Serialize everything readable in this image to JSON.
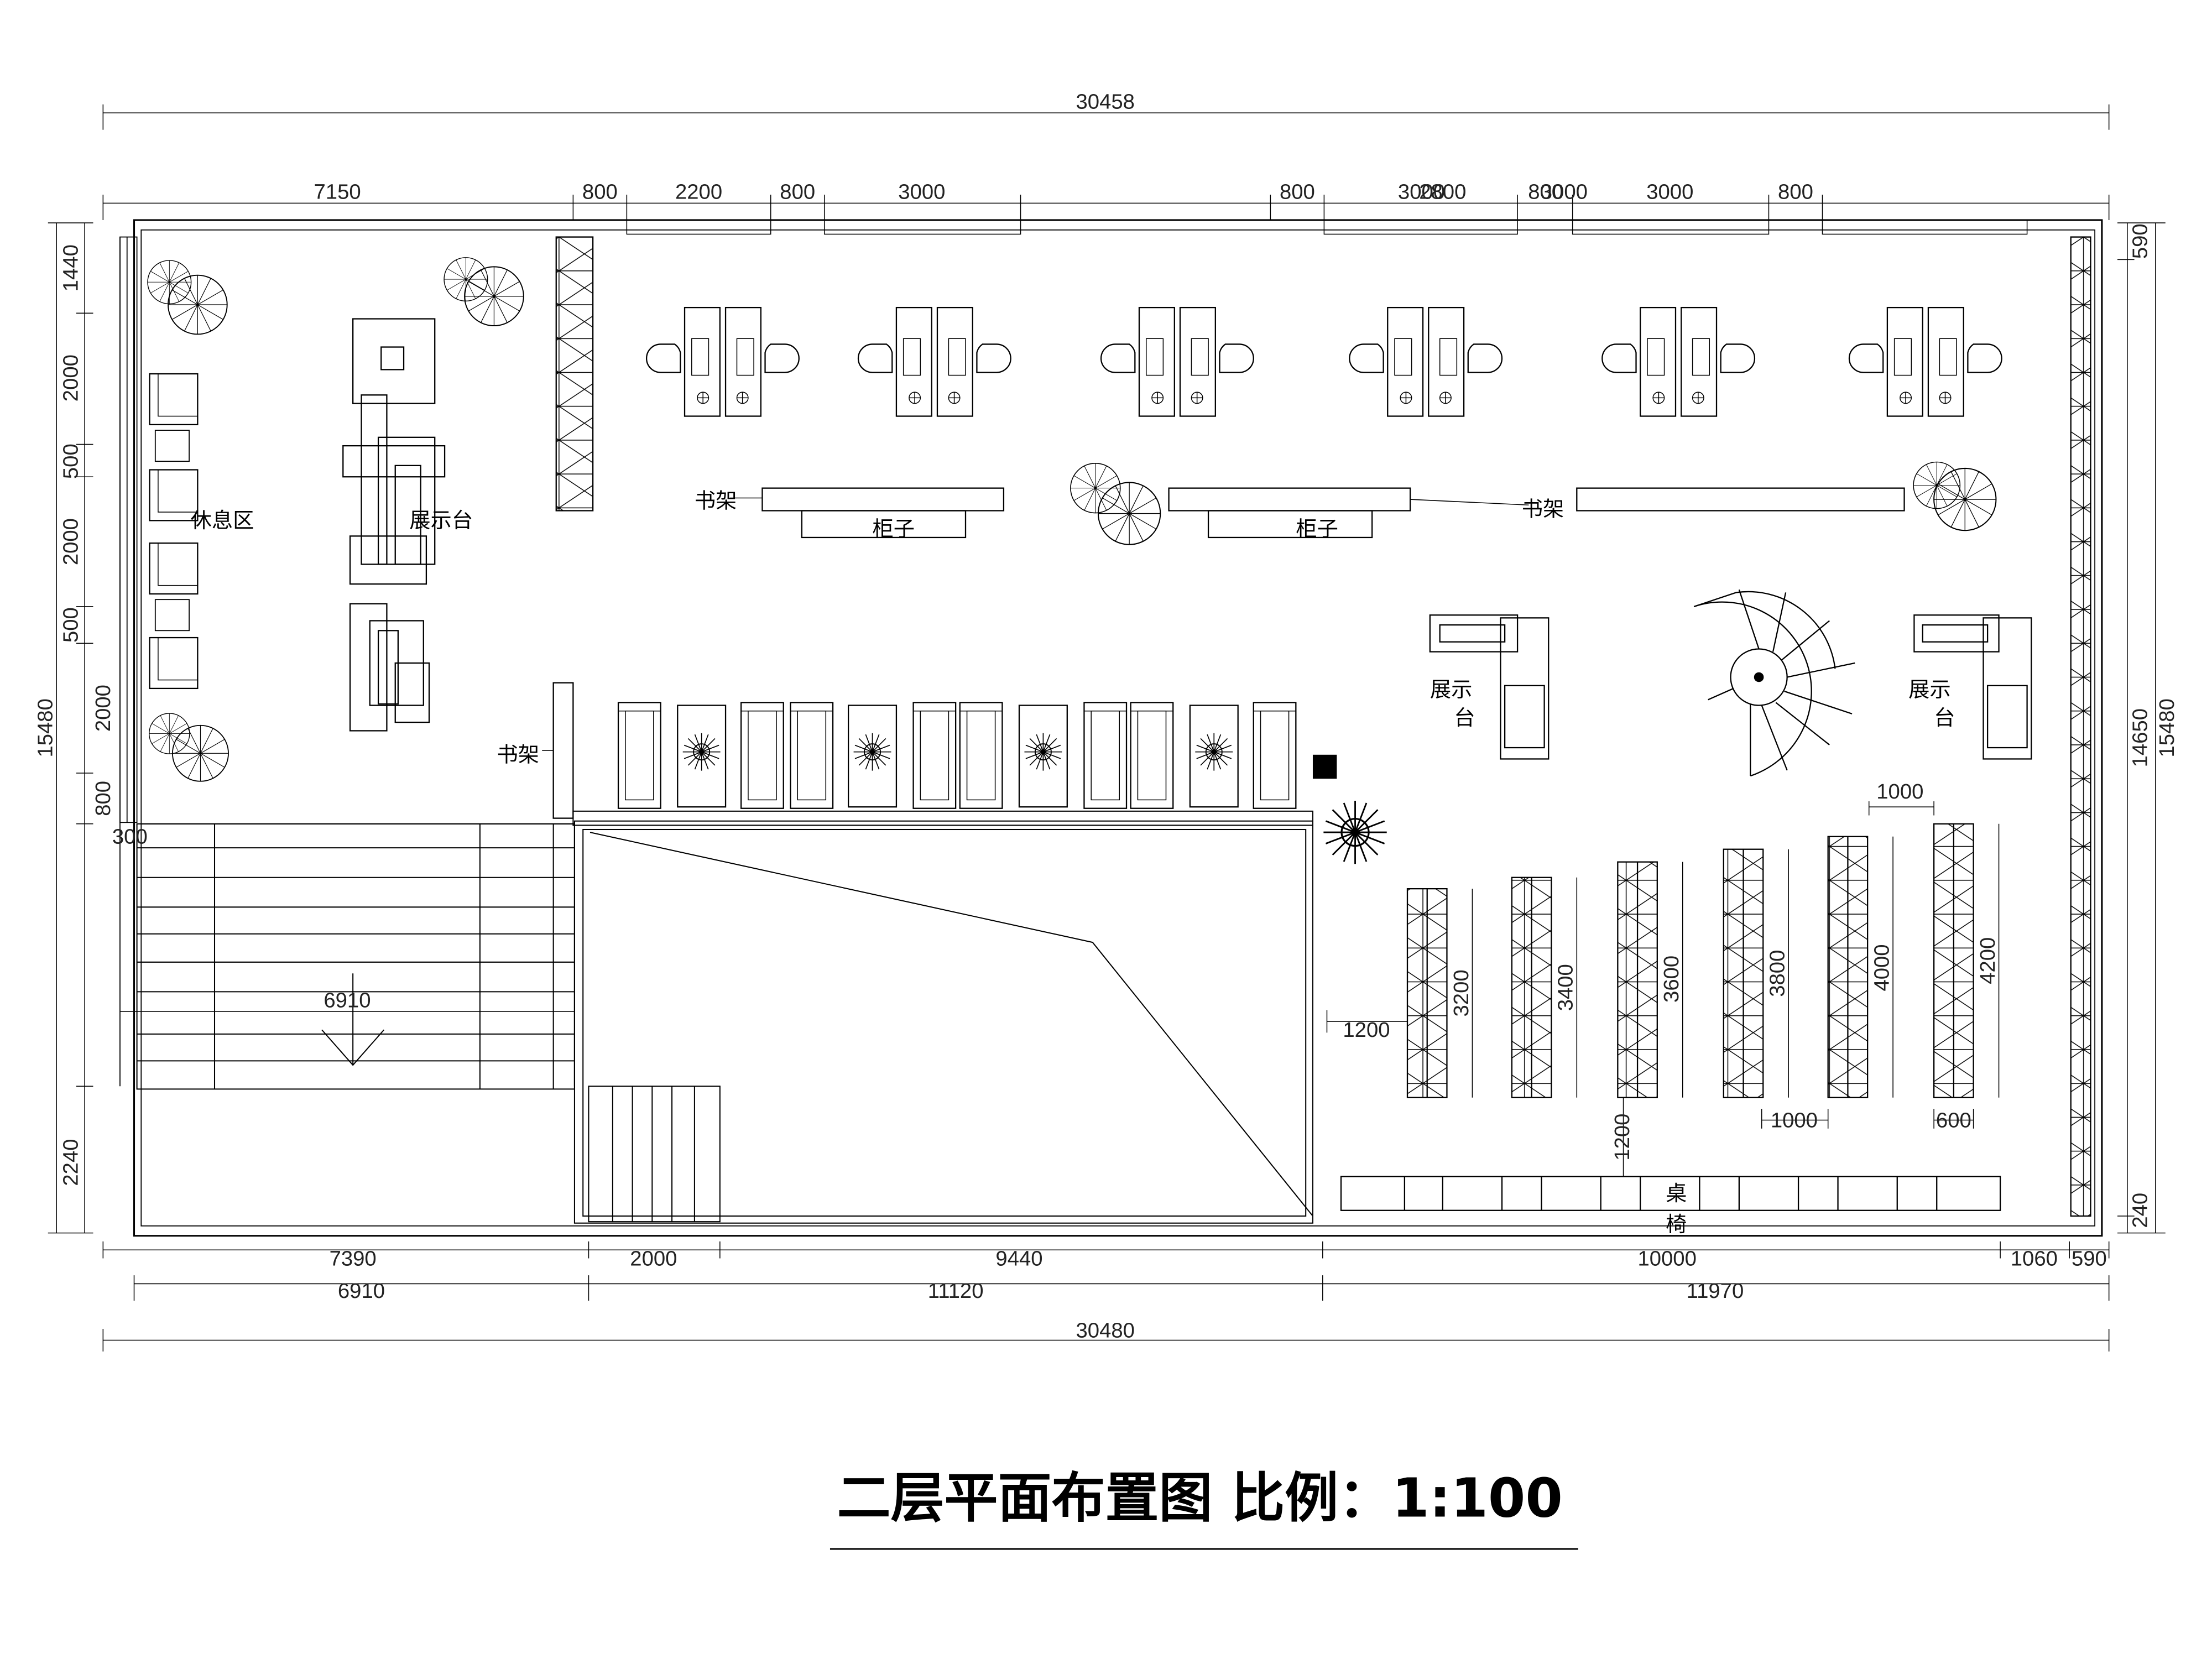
{
  "drawing": {
    "title": "二层平面布置图 比例：1:100"
  },
  "labels": {
    "rest_area": "休息区",
    "display_table_left": "展示台",
    "bookshelf_left": "书架",
    "bookshelf_mid": "书架",
    "bookshelf_right": "书架",
    "cabinet_1": "柜子",
    "cabinet_2": "柜子",
    "display_right_1a": "展示",
    "display_right_1b": "台",
    "display_right_2a": "展示",
    "display_right_2b": "台",
    "desk": "桌",
    "chair": "椅"
  },
  "dimensions": {
    "overall_top": "30458",
    "overall_bottom": "30480",
    "top_row": [
      "7150",
      "800",
      "2200",
      "800",
      "3000",
      "800",
      "3000",
      "2800",
      "800",
      "3000",
      "3000",
      "800"
    ],
    "left_side": [
      "1440",
      "2000",
      "500",
      "2000",
      "500",
      "2000",
      "800",
      "300",
      "2240"
    ],
    "left_overall": "15480",
    "right_side": [
      "590",
      "14650",
      "240"
    ],
    "right_overall": "15480",
    "bottom_row_1": [
      "7390",
      "2000",
      "9440",
      "10000",
      "1060",
      "590"
    ],
    "bottom_row_2": [
      "6910",
      "11120",
      "11970"
    ],
    "stair_width": "6910",
    "shelf_lengths": [
      "3200",
      "3400",
      "3600",
      "3800",
      "4000",
      "4200"
    ],
    "shelf_spacing_top": "1000",
    "shelf_spacing_bottom": "1000",
    "shelf_width": "600",
    "aisle_left": "1200",
    "aisle_bottom": "1200"
  }
}
